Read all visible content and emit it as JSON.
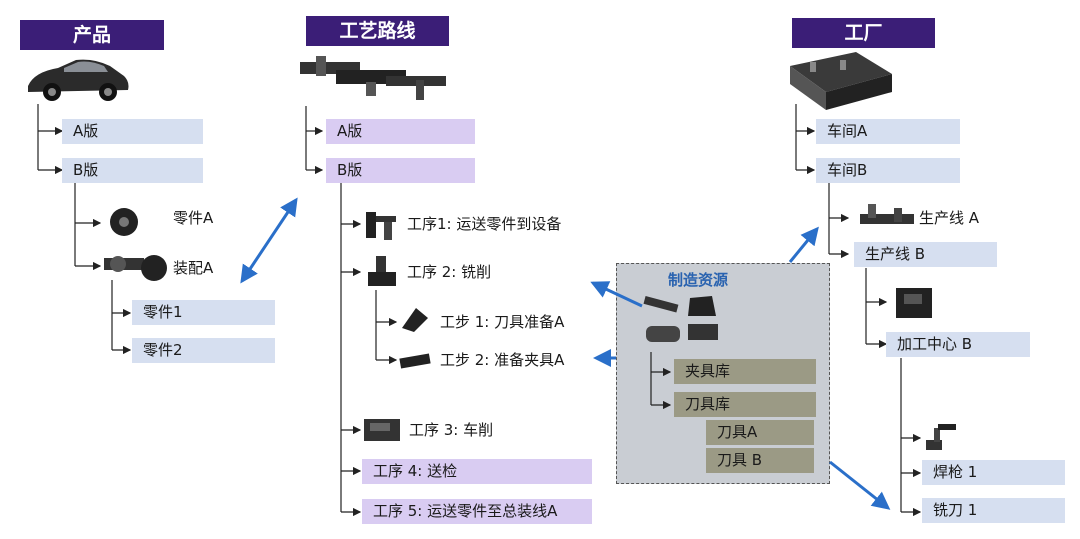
{
  "product": {
    "header": "产品",
    "items": [
      "A版",
      "B版"
    ],
    "parts": [
      "零件A",
      "装配A"
    ],
    "assembly_parts": [
      "零件1",
      "零件2"
    ]
  },
  "routing": {
    "header": "工艺路线",
    "versions": [
      "A版",
      "B版"
    ],
    "ops": [
      "工序1: 运送零件到设备",
      "工序 2: 铣削",
      "工序 3: 车削",
      "工序 4: 送检",
      "工序 5: 运送零件至总装线A"
    ],
    "steps": [
      "工步 1: 刀具准备A",
      "工步 2: 准备夹具A"
    ]
  },
  "resources": {
    "title": "制造资源",
    "libraries": [
      "夹具库",
      "刀具库"
    ],
    "tools": [
      "刀具A",
      "刀具 B"
    ]
  },
  "factory": {
    "header": "工厂",
    "workshops": [
      "车间A",
      "车间B"
    ],
    "lines": [
      "生产线 A",
      "生产线 B"
    ],
    "center": "加工中心 B",
    "equipment": [
      "焊枪 1",
      "铣刀 1"
    ]
  },
  "colors": {
    "header_bg": "#3b1e77",
    "arrow_blue": "#2a6fc9",
    "box_blue": "#d6dff0",
    "box_purple": "#d9ccf2",
    "box_olive": "#9b9a85"
  }
}
